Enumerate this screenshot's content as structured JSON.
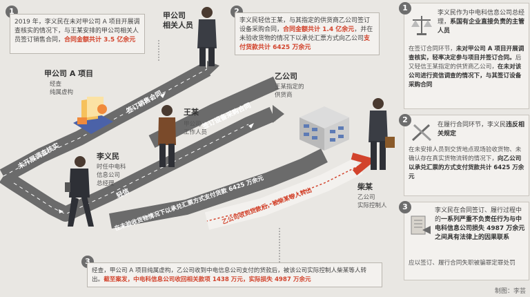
{
  "steps": {
    "s1": {
      "num": "1",
      "text_a": "2019 年，李义民在未对甲公司 A 项目开展调查核实的情况下，与王某安排的甲公司相关人员签订销售合同，",
      "text_b": "合同金额共计 3.5 亿余元"
    },
    "s2": {
      "num": "2",
      "text_a": "李义民轻信王某，与其指定的供货商乙公司签订设备采购合同，",
      "text_b": "合同金额共计 1.4 亿余元",
      "text_c": "，并在未验收货物的情况下以承兑汇票方式向乙公司",
      "text_d": "支付货款共计 6425 万余元"
    },
    "s3": {
      "num": "3",
      "text_a": "经查，甲公司 A 项目纯属虚构，乙公司收到中电信息公司支付的货款后，被该公司实际控制人柴某等人转出。",
      "text_b": "截至案发，中电科信息公司收回相关款项 1438 万元，实际损失 4987 万余元"
    }
  },
  "people": {
    "jia_staff": {
      "name": "甲公司",
      "name2": "相关人员"
    },
    "project": {
      "name": "甲公司 A 项目",
      "desc1": "经查",
      "desc2": "纯属虚构"
    },
    "wang": {
      "name": "王某",
      "desc1": "甲公司",
      "desc2": "工作人员"
    },
    "li": {
      "name": "李义民",
      "desc1": "时任中电科",
      "desc2": "信息公司",
      "desc3": "总经理"
    },
    "yi": {
      "name": "乙公司",
      "desc1": "王某指定的",
      "desc2": "供货商"
    },
    "chai": {
      "name": "柴某",
      "desc1": "乙公司",
      "desc2": "实际控制人"
    }
  },
  "road": {
    "l1": "未开展调查核实",
    "l2": "签订销售合同",
    "l3": "签订设备采购合同",
    "l4": "轻信",
    "l5": "在未验收货物情况下以承兑汇票方式支付货款 6425 万余元",
    "l6": "乙公司收到货款后，被柴某等人转出"
  },
  "panel": {
    "p1": {
      "num": "1",
      "head_a": "李义民作为中电科信息公司总经理，",
      "head_b": "系国有企业直接负责的主管人员",
      "body_a": "在签订合同环节，",
      "body_b": "未对甲公司 A 项目开展调查核实，轻率决定参与项目并签订合同。",
      "body_c": "后又轻信王某指定的供货商乙公司，",
      "body_d": "在未对该公司进行资信调查的情况下，与其签订设备采购合同"
    },
    "p2": {
      "num": "2",
      "head_a": "在履行合同环节，李义民",
      "head_b": "违反相关规定",
      "body_a": "在未安排人员到交货地点现场验收货物、未确认存在真实货物流转的情况下，",
      "body_b": "向乙公司以承兑汇票的方式支付货款共计 6425 万余元"
    },
    "p3": {
      "num": "3",
      "head_a": "李义民在合同签订、履行过程中的",
      "head_b": "一系列严重不负责任行为与中电科信息公司损失 4987 万余元之间具有法律上的因果联系",
      "body_a": "应以签订、履行合同失职被骗罪定罪处罚"
    }
  },
  "credit": "制图：李芸",
  "colors": {
    "accent": "#d2432c",
    "road": "#6b6b6b",
    "panel_bg": "#f3f1ee"
  }
}
